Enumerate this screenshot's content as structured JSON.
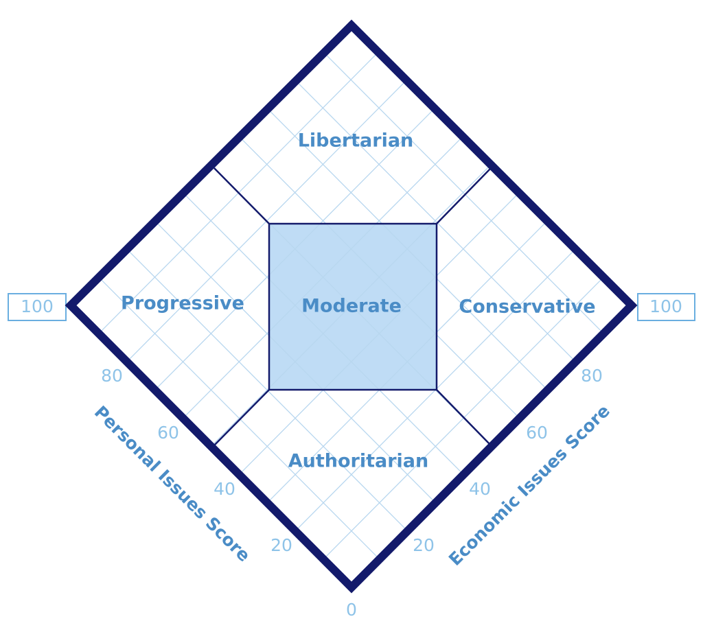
{
  "regions": {
    "top": "Libertarian",
    "left": "Progressive",
    "center": "Moderate",
    "right": "Conservative",
    "bottom": "Authoritarian"
  },
  "axes": {
    "left_title": "Personal Issues Score",
    "right_title": "Economic Issues Score",
    "left_ticks": [
      "20",
      "40",
      "60",
      "80"
    ],
    "right_ticks": [
      "20",
      "40",
      "60",
      "80"
    ],
    "origin": "0",
    "left_max": "100",
    "right_max": "100"
  },
  "grid_divisions": 10,
  "colors": {
    "outline": "#131a6b",
    "grid": "#b8d7ef",
    "moderate_fill": "#bfdcf5",
    "label": "#4a8cc6",
    "tick": "#8ec3e8"
  }
}
